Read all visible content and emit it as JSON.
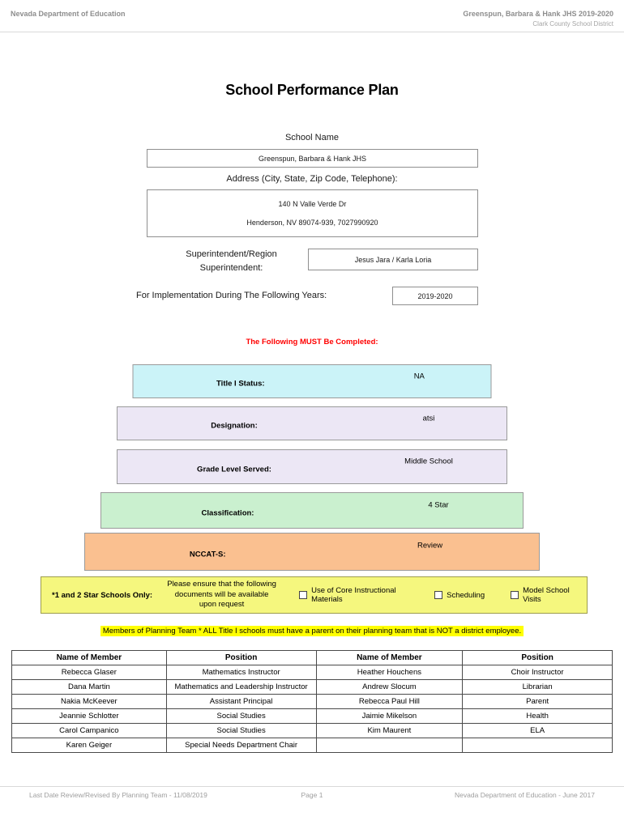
{
  "header": {
    "left": "Nevada Department of Education",
    "school_year": "Greenspun, Barbara & Hank JHS  2019-2020",
    "district": "Clark County School District"
  },
  "title": "School Performance Plan",
  "form": {
    "school_name": {
      "label": "School Name",
      "value": "Greenspun, Barbara & Hank JHS"
    },
    "address": {
      "label": "Address (City, State, Zip Code, Telephone):",
      "line1": "140 N Valle Verde Dr",
      "line2": "Henderson, NV  89074-939, 7027990920"
    },
    "superintendent": {
      "label": "Superintendent/Region Superintendent:",
      "value": "Jesus Jara / Karla Loria"
    },
    "implementation": {
      "label": "For Implementation During The Following Years:",
      "value": "2019-2020"
    }
  },
  "must_complete_note": "The Following MUST Be Completed:",
  "status_rows": [
    {
      "label": "Title I Status:",
      "value": "NA",
      "color": "#cbf3f8"
    },
    {
      "label": "Designation:",
      "value": "atsi",
      "color": "#ece7f5"
    },
    {
      "label": "Grade Level Served:",
      "value": "Middle School",
      "color": "#ece7f5"
    },
    {
      "label": "Classification:",
      "value": "4 Star",
      "color": "#caf0cf"
    },
    {
      "label": "NCCAT-S:",
      "value": "Review",
      "color": "#fac090"
    }
  ],
  "star_schools": {
    "label": "*1 and 2 Star Schools Only:",
    "note": "Please ensure that the following documents will be available upon request",
    "checkboxes": [
      "Use of Core Instructional Materials",
      "Scheduling",
      "Model School Visits"
    ]
  },
  "planning_note": "Members of Planning Team * ALL Title I schools must have a parent on their planning team that is NOT a district employee.",
  "members_table": {
    "headers": [
      "Name of Member",
      "Position",
      "Name of Member",
      "Position"
    ],
    "rows": [
      [
        "Rebecca Glaser",
        "Mathematics Instructor",
        "Heather Houchens",
        "Choir Instructor"
      ],
      [
        "Dana Martin",
        "Mathematics and Leadership Instructor",
        "Andrew Slocum",
        "Librarian"
      ],
      [
        "Nakia McKeever",
        "Assistant Principal",
        "Rebecca Paul Hill",
        "Parent"
      ],
      [
        "Jeannie Schlotter",
        "Social Studies",
        "Jaimie Mikelson",
        "Health"
      ],
      [
        "Carol Campanico",
        "Social Studies",
        "Kim Maurent",
        "ELA"
      ],
      [
        "Karen Geiger",
        "Special Needs Department Chair",
        "",
        ""
      ]
    ]
  },
  "footer": {
    "left": "Last Date Review/Revised By Planning Team - 11/08/2019",
    "center": "Page 1",
    "right": "Nevada Department of Education - June 2017"
  }
}
